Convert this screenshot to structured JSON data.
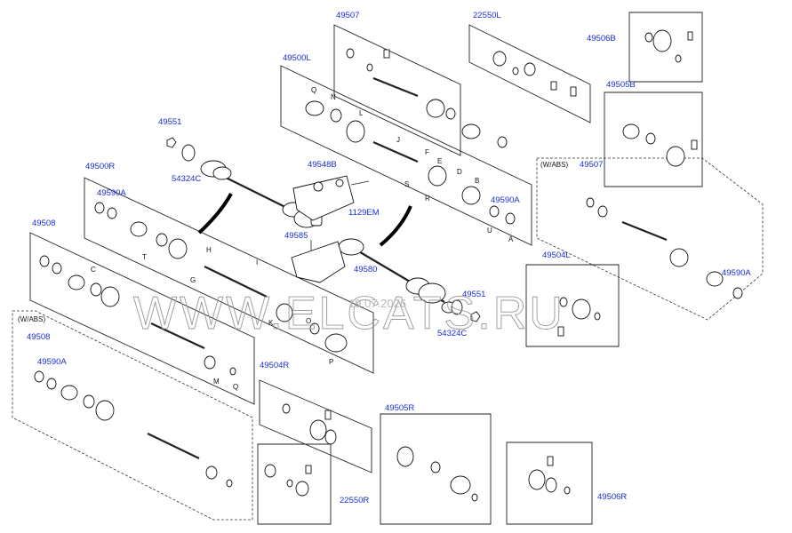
{
  "watermark": "WWW.ELCATS.RU",
  "date_stamp": "19.07.2026",
  "part_numbers": {
    "p49507_top": "49507",
    "p22550L": "22550L",
    "p49506B": "49506B",
    "p49500L": "49500L",
    "p49505B": "49505B",
    "p49551_top": "49551",
    "p54324C_top": "54324C",
    "p49548B": "49548B",
    "p1129EM": "1129EM",
    "p49590A_mid": "49590A",
    "p49500R": "49500R",
    "p49590A_left": "49590A",
    "p49585": "49585",
    "p49580": "49580",
    "p49507_abs": "49507",
    "p49590A_right": "49590A",
    "p49508": "49508",
    "p49504L": "49504L",
    "p49551_mid": "49551",
    "p54324C_mid": "54324C",
    "p49508_abs": "49508",
    "p49590A_abs": "49590A",
    "p49504R": "49504R",
    "p49505R": "49505R",
    "p22550R": "22550R",
    "p49506R": "49506R"
  },
  "notes": {
    "wabs_left": "(W/ABS)",
    "wabs_right": "(W/ABS)"
  },
  "letters": [
    "A",
    "B",
    "C",
    "D",
    "E",
    "F",
    "G",
    "H",
    "I",
    "J",
    "K",
    "L",
    "M",
    "N",
    "O",
    "P",
    "Q",
    "R",
    "S",
    "T",
    "U"
  ]
}
